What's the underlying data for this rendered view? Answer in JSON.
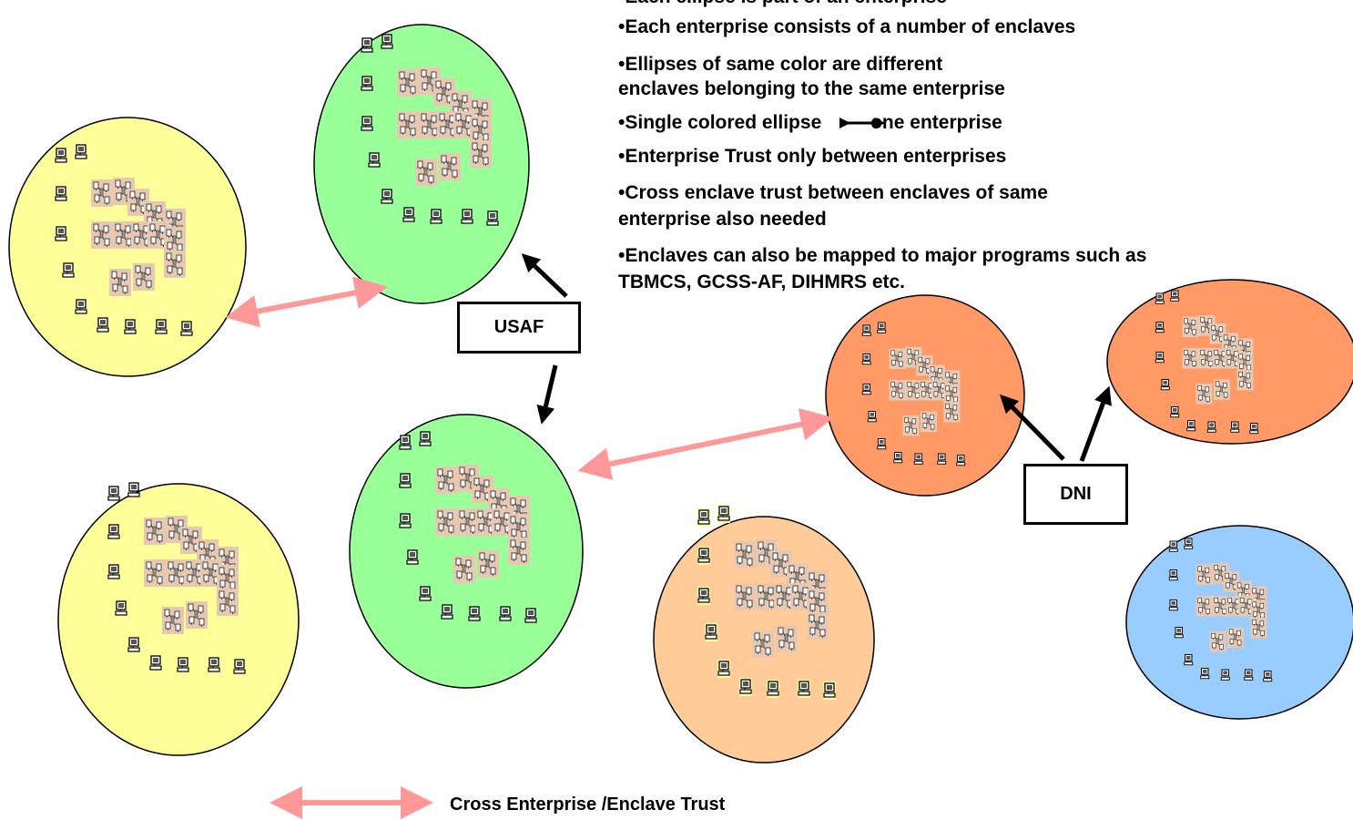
{
  "bullets": {
    "top_partial": "•Each ellipse is part of an enterprise",
    "item1": "•Each enterprise consists of a number of enclaves",
    "item2_line1": "•Ellipses of same color are different",
    "item2_line2": "enclaves belonging to the same enterprise",
    "item3_prefix": "•Single colored ellipse ",
    "item3_suffix": "one enterprise",
    "item4": "•Enterprise Trust only between enterprises",
    "item5_line1": "•Cross enclave trust between enclaves of same",
    "item5_line2": "enterprise also needed",
    "item6_line1": "•Enclaves can also be mapped to major programs such as",
    "item6_line2": "TBMCS, GCSS-AF, DIHMRS etc."
  },
  "labels": {
    "usaf": "USAF",
    "dni": "DNI"
  },
  "legend": {
    "text": "Cross Enterprise /Enclave Trust"
  },
  "colors": {
    "yellow": "#ffff99",
    "green": "#99ff99",
    "orange": "#ff9966",
    "peach": "#ffcc99",
    "blue": "#99ccff",
    "trust_arrow": "#ff9999",
    "server_fill": "#e8c8b0"
  },
  "enclaves": [
    {
      "enterprise": "unlabeled-yellow",
      "color": "yellow"
    },
    {
      "enterprise": "USAF",
      "color": "green"
    },
    {
      "enterprise": "unlabeled-yellow",
      "color": "yellow"
    },
    {
      "enterprise": "USAF",
      "color": "green"
    },
    {
      "enterprise": "unlabeled-peach",
      "color": "peach"
    },
    {
      "enterprise": "DNI",
      "color": "orange"
    },
    {
      "enterprise": "DNI",
      "color": "orange"
    },
    {
      "enterprise": "unlabeled-blue",
      "color": "blue"
    }
  ]
}
